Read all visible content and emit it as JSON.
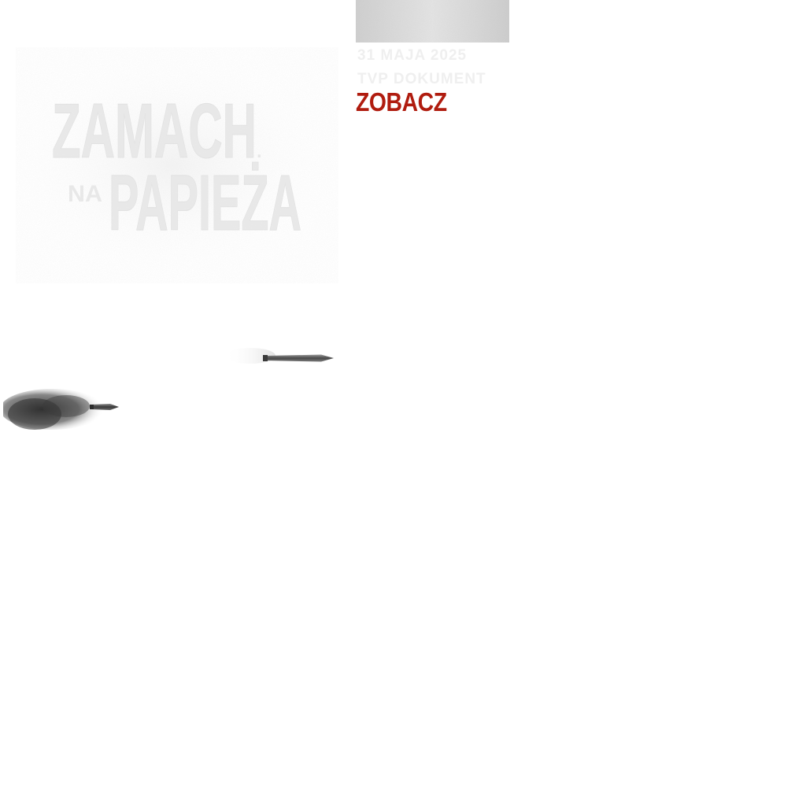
{
  "title": {
    "line1": "ZAMACH",
    "connector": "NA",
    "line2": "PAPIEŻA"
  },
  "tagline": {
    "line1": "31 MAJA 2025",
    "line2": "TVP DOKUMENT"
  },
  "cta": {
    "label": "ZOBACZ"
  },
  "colors": {
    "accent": "#b01c0f",
    "panel": "#d9d9d9",
    "faint_text": "#efefef"
  },
  "icons": [
    "bullet-icon",
    "smoke-bullet-icon"
  ]
}
